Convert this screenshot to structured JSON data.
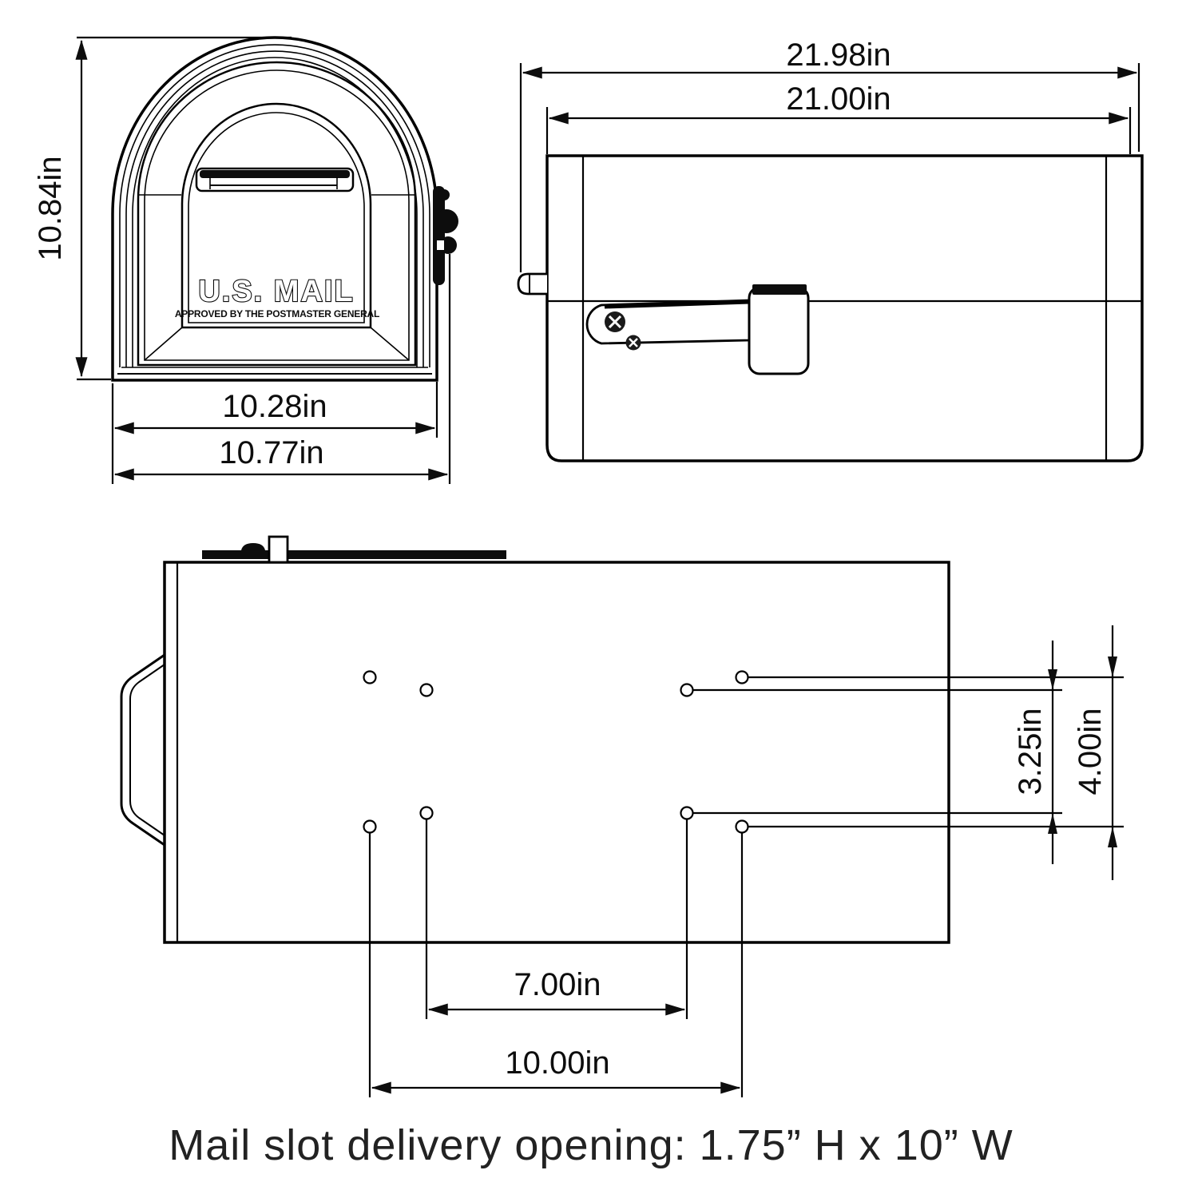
{
  "front_view": {
    "height": "10.84in",
    "body_width": "10.28in",
    "overall_width": "10.77in",
    "door_text": "U.S. MAIL",
    "door_subtext": "APPROVED BY THE POSTMASTER GENERAL"
  },
  "side_view": {
    "overall_length": "21.98in",
    "body_length": "21.00in"
  },
  "bottom_view": {
    "inner_hole_spacing": "7.00in",
    "outer_hole_spacing": "10.00in",
    "inner_hole_offset": "3.25in",
    "outer_hole_offset": "4.00in"
  },
  "caption": "Mail slot delivery opening: 1.75” H x 10” W",
  "colors": {
    "line": "#000000",
    "background": "#ffffff"
  }
}
